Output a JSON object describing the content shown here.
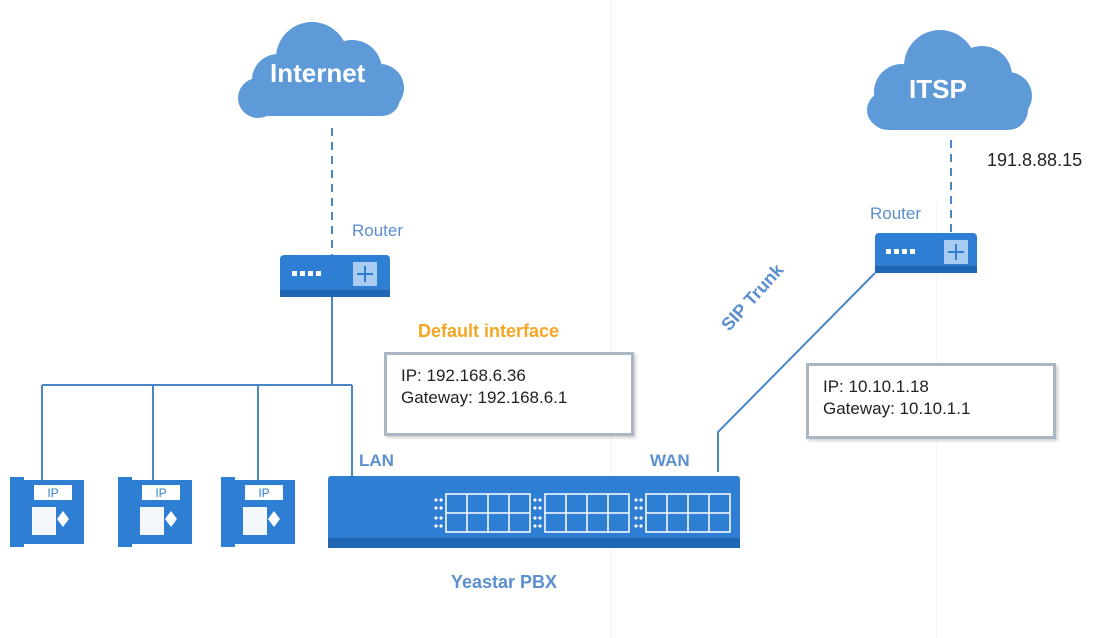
{
  "clouds": {
    "internet": "Internet",
    "itsp": "ITSP"
  },
  "itsp_ip": "191.8.88.15",
  "routers": {
    "left_label": "Router",
    "right_label": "Router"
  },
  "default_interface_label": "Default interface",
  "lan_box": {
    "ip": "IP: 192.168.6.36",
    "gateway": "Gateway: 192.168.6.1"
  },
  "wan_box": {
    "ip": "IP:  10.10.1.18",
    "gateway": "Gateway: 10.10.1.1"
  },
  "sip_trunk_label": "SIP Trunk",
  "ports": {
    "lan": "LAN",
    "wan": "WAN"
  },
  "phone_badge": "IP",
  "pbx_label": "Yeastar PBX",
  "colors": {
    "device_blue": "#2e7fd4",
    "cloud_blue": "#5e9ad8",
    "label_blue": "#5b8fce",
    "accent_orange": "#f5a623",
    "line_blue": "#4a86c8"
  }
}
